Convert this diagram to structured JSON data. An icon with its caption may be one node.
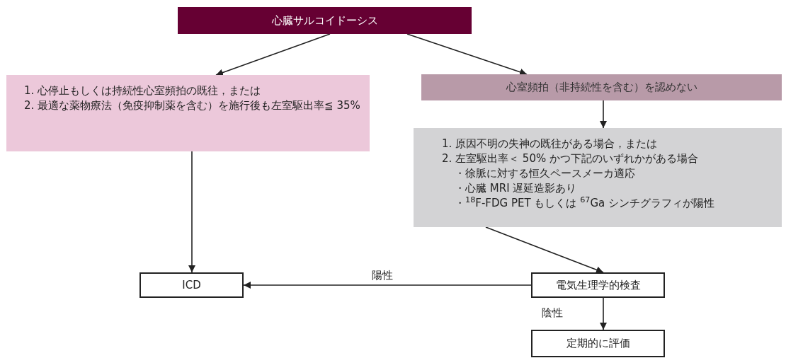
{
  "diagram": {
    "nodes": [
      {
        "text": [
          "心臓サルコイドーシス"
        ]
      },
      {
        "text": [
          "1. 心停止もしくは持続性心室頻拍の既往，または",
          "2. 最適な薬物療法（免疫抑制薬を含む）を施行後も左室駆出率≦ 35%"
        ]
      },
      {
        "text": [
          "心室頻拍（非持続性を含む）を認めない"
        ]
      },
      {
        "text": [
          "1. 原因不明の失神の既往がある場合，または",
          "2. 左室駆出率＜ 50% かつ下記のいずれかがある場合",
          "・徐脈に対する恒久ペースメーカ適応",
          "・心臓 MRI 遅延造影あり",
          "・$^{18}$F-FDG PET もしくは $^{67}$Ga シンチグラフィが陽性"
        ]
      },
      {
        "text": [
          "ICD"
        ]
      },
      {
        "text": [
          "電気生理学的検査"
        ]
      },
      {
        "text": [
          "定期的に評価"
        ]
      }
    ],
    "edges": [
      {
        "from": 0,
        "to": 1,
        "arrow": "to"
      },
      {
        "from": 0,
        "to": 2,
        "arrow": "to"
      },
      {
        "from": 2,
        "to": 3,
        "arrow": "to"
      },
      {
        "from": 1,
        "to": 4,
        "arrow": "to"
      },
      {
        "from": 3,
        "to": 5,
        "arrow": "to"
      },
      {
        "from": 5,
        "to": 4,
        "label": "陽性",
        "arrow": "to"
      },
      {
        "from": 5,
        "to": 6,
        "label": "陰性",
        "arrow": "to"
      }
    ]
  }
}
